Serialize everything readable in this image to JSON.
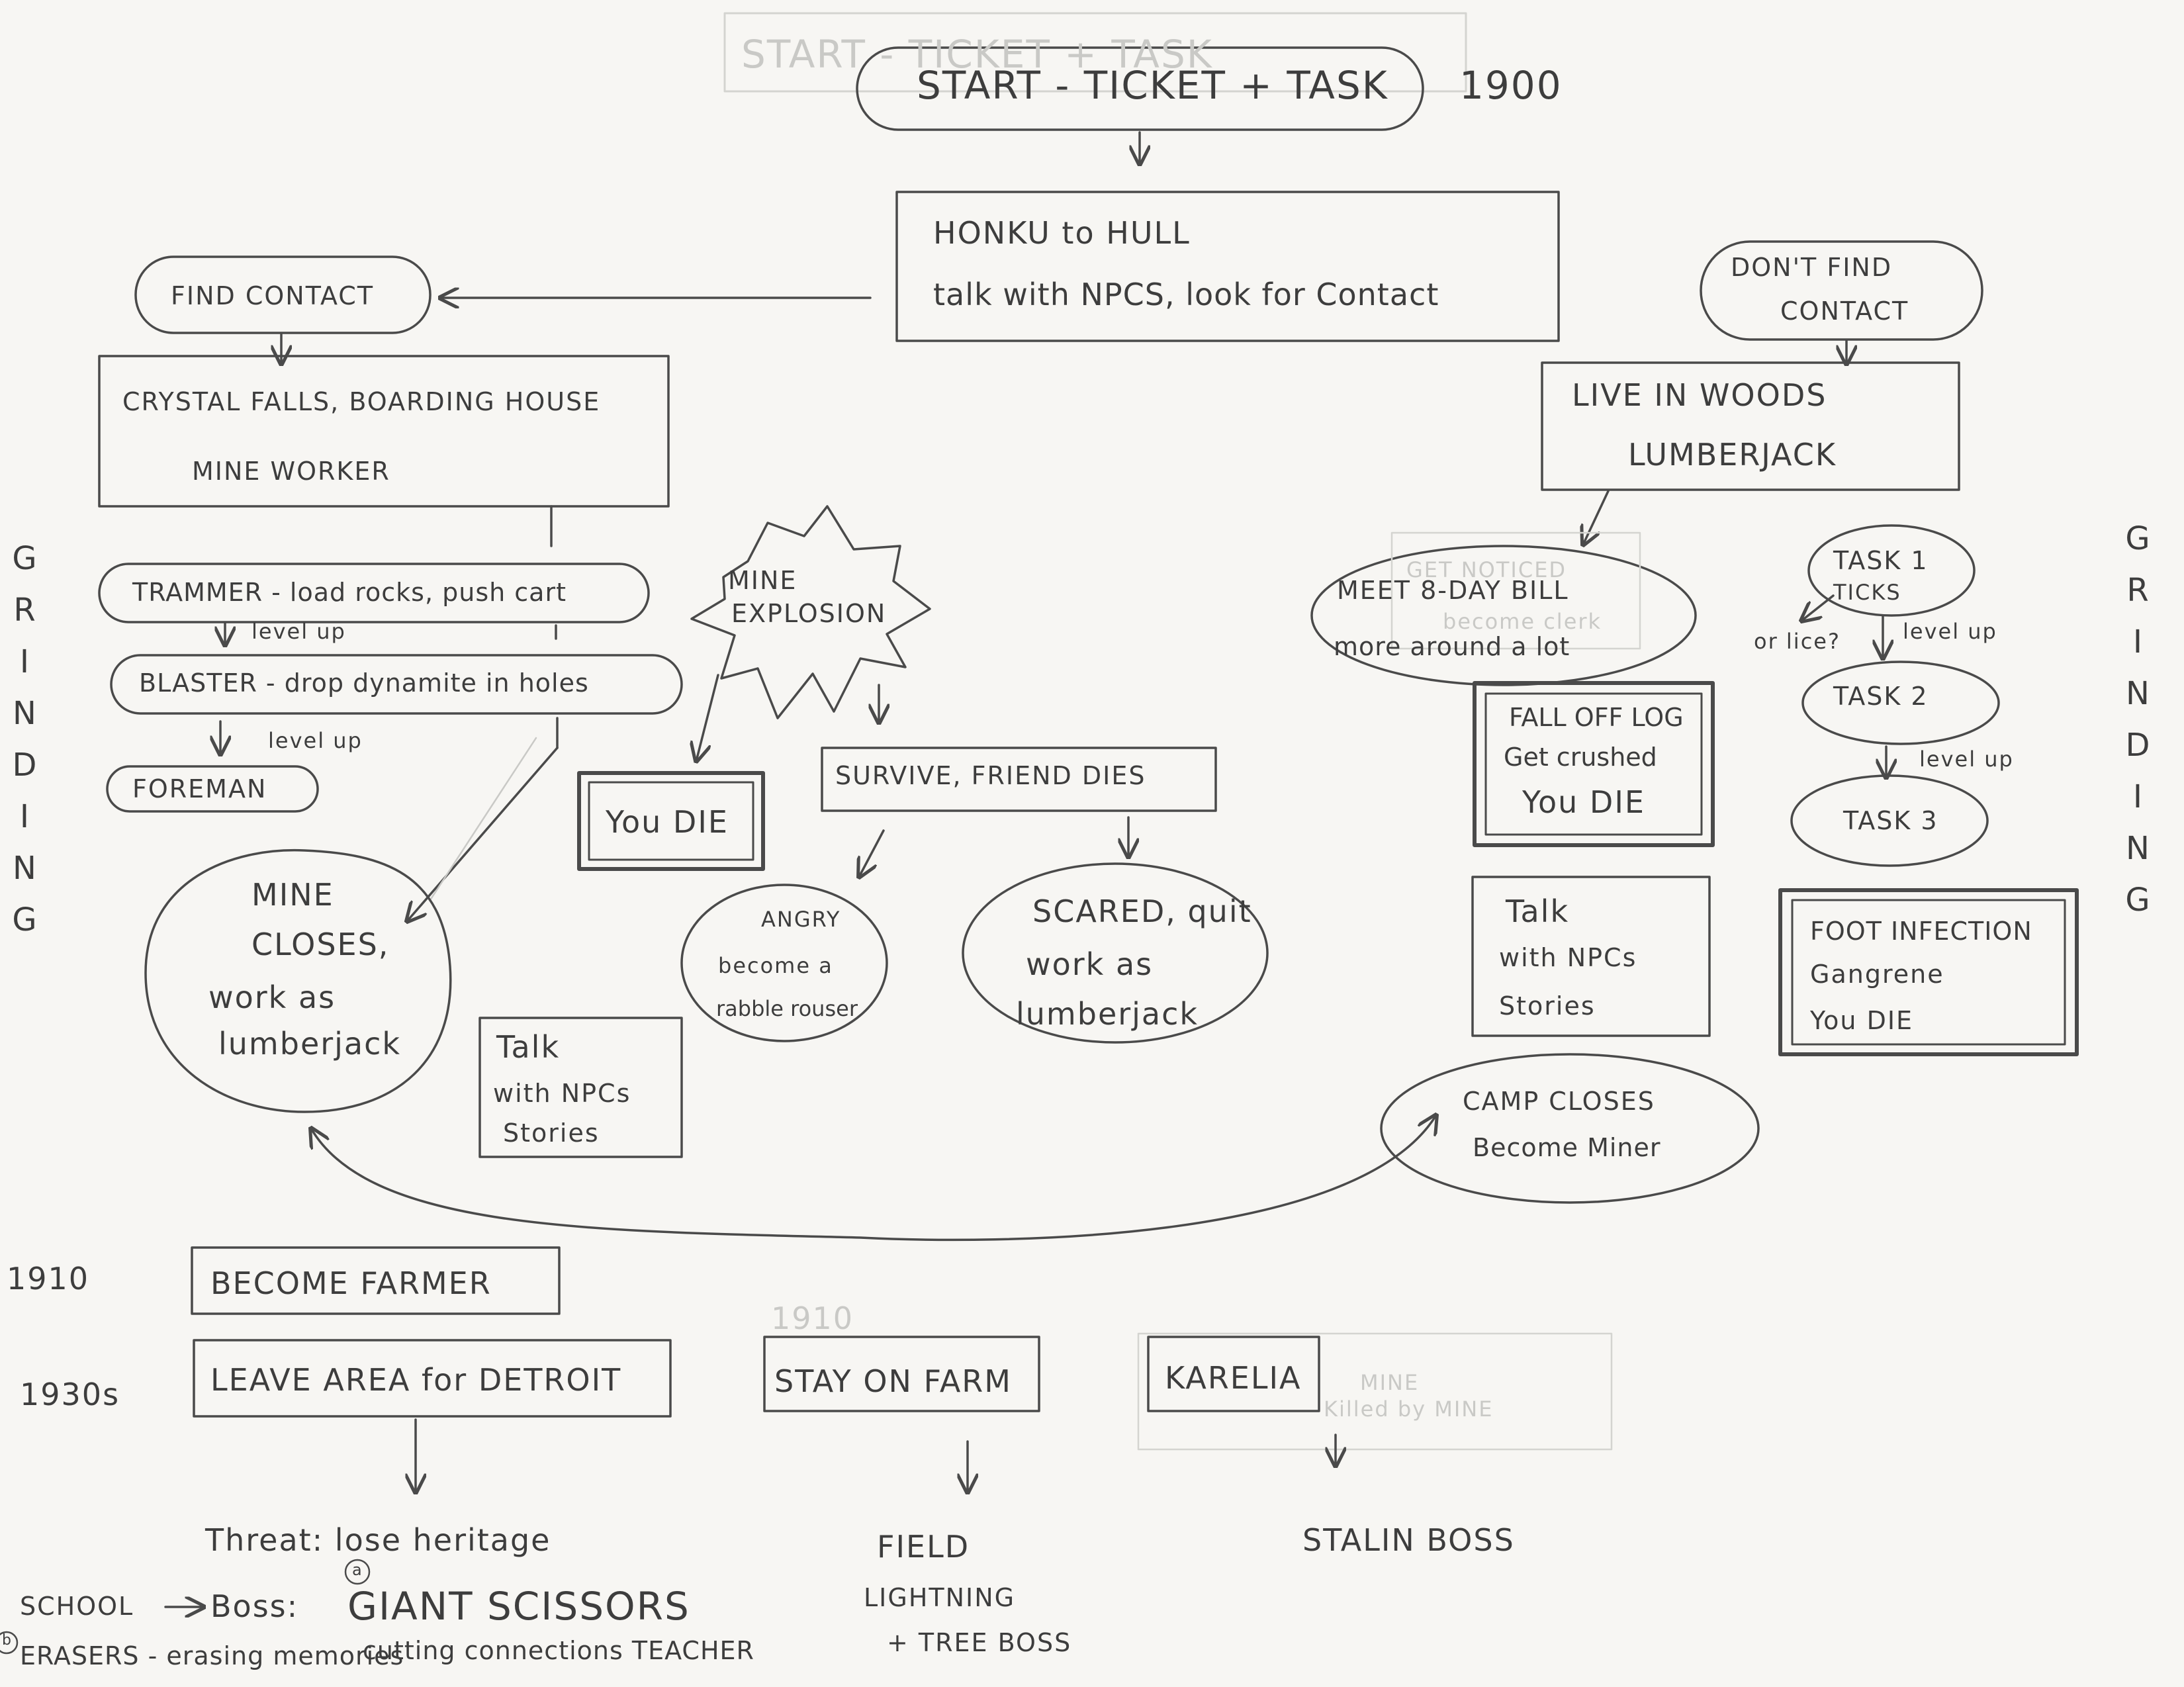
{
  "start": {
    "label": "START - TICKET + TASK",
    "year": "1900"
  },
  "faint_ghost": {
    "label": "START - TICKET + TASK"
  },
  "honku": {
    "line1": "HONKU to HULL",
    "line2": "talk with NPCS, look for Contact"
  },
  "find_contact": "FIND CONTACT",
  "dont_find": {
    "line1": "DON'T FIND",
    "line2": "CONTACT"
  },
  "crystal": {
    "line1": "CRYSTAL FALLS, BOARDING HOUSE",
    "line2": "MINE WORKER"
  },
  "woods": {
    "line1": "LIVE IN WOODS",
    "line2": "LUMBERJACK"
  },
  "grinding": [
    "G",
    "R",
    "I",
    "N",
    "D",
    "I",
    "N",
    "G"
  ],
  "trammer": "TRAMMER - load rocks, push cart",
  "level_up": "level up",
  "blaster": "BLASTER - drop dynamite in holes",
  "foreman": "FOREMAN",
  "mine_explosion": {
    "line1": "MINE",
    "line2": "EXPLOSION"
  },
  "you_die": "You DIE",
  "survive": "SURVIVE, FRIEND DIES",
  "angry": {
    "line1": "ANGRY",
    "line2": "become a",
    "line3": "rabble rouser"
  },
  "scared": {
    "line1": "SCARED, quit",
    "line2": "work as",
    "line3": "lumberjack"
  },
  "mine_closes": {
    "line1": "MINE",
    "line2": "CLOSES,",
    "line3": "work as",
    "line4": "lumberjack"
  },
  "talk": {
    "line1": "Talk",
    "line2": "with NPCs",
    "line3": "Stories"
  },
  "meet_bill": {
    "line1": "MEET 8-DAY BILL",
    "line2": "more around a lot"
  },
  "ghost_bill": {
    "line1": "GET NOTICED",
    "line2": "become clerk"
  },
  "task1": {
    "line1": "TASK 1",
    "line2": "TICKS"
  },
  "or_lice": "or lice?",
  "task2": "TASK 2",
  "task3": "TASK 3",
  "fall_log": {
    "line1": "FALL OFF LOG",
    "line2": "Get crushed",
    "line3": "You DIE"
  },
  "foot": {
    "line1": "FOOT INFECTION",
    "line2": "Gangrene",
    "line3": "You DIE"
  },
  "camp_closes": {
    "line1": "CAMP CLOSES",
    "line2": "Become Miner"
  },
  "year_1910": "1910",
  "year_1930s": "1930s",
  "ghost_1910": "1910",
  "become_farmer": "BECOME FARMER",
  "leave_area": "LEAVE AREA for DETROIT",
  "stay_farm": "STAY ON FARM",
  "karelia": "KARELIA",
  "ghost_mine": {
    "line1": "MINE",
    "line2": "Killed by MINE"
  },
  "detroit_notes": {
    "threat": "Threat: lose heritage",
    "school": "SCHOOL",
    "boss": "Boss:",
    "giant": "GIANT SCISSORS",
    "erasers": "ERASERS - erasing memories",
    "cutting": "cutting connections TEACHER",
    "circ_a": "a",
    "circ_b": "b"
  },
  "field": {
    "line1": "FIELD",
    "line2": "LIGHTNING",
    "line3": "+ TREE BOSS"
  },
  "stalin": "STALIN BOSS"
}
